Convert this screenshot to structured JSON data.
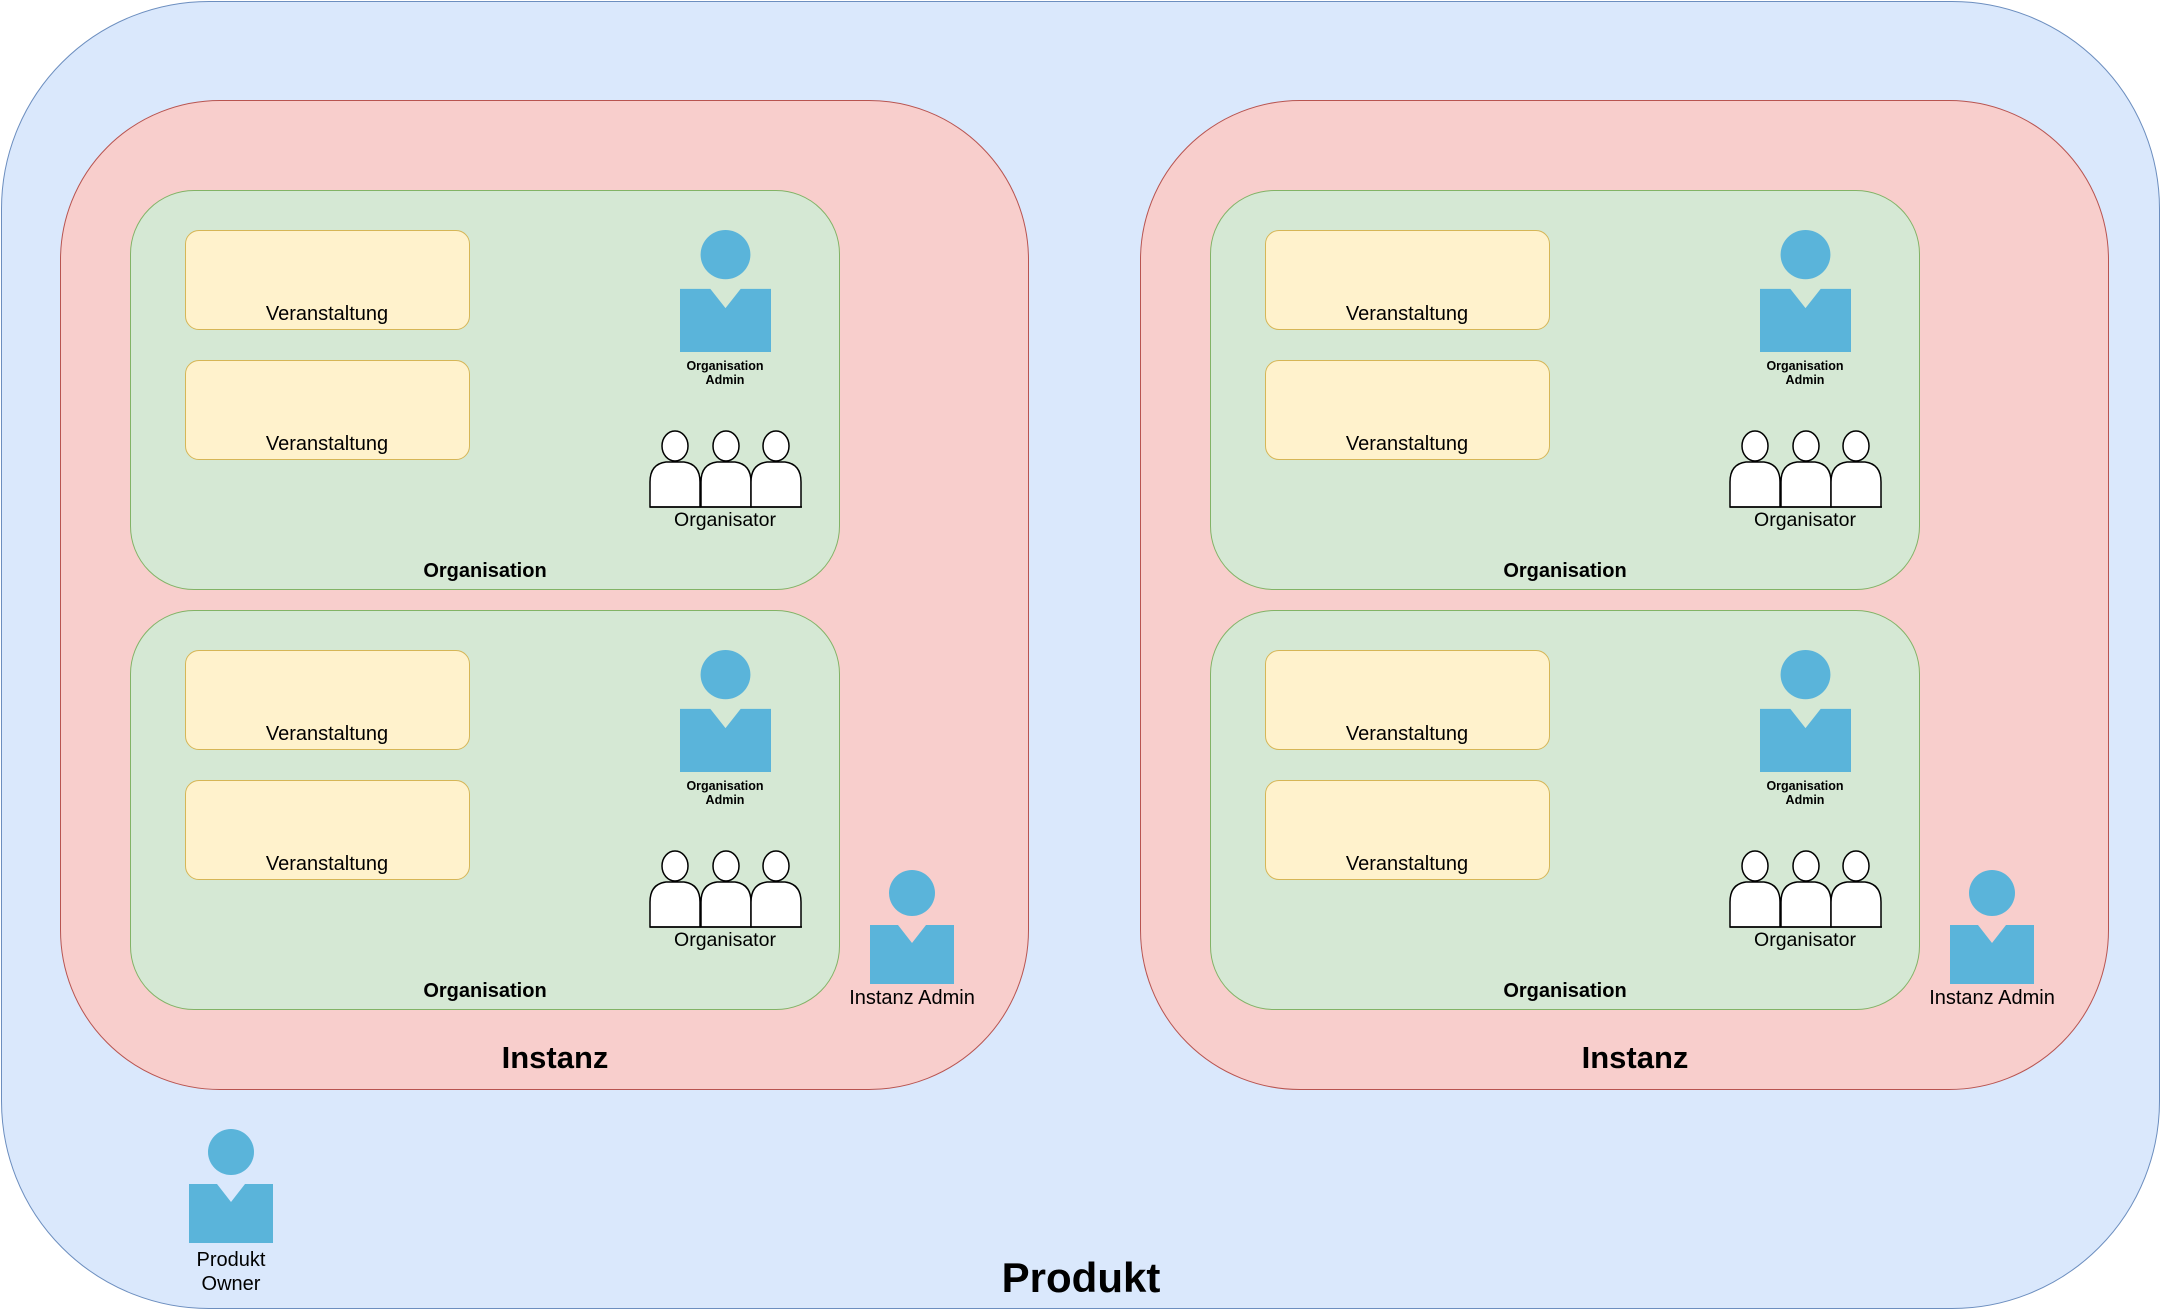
{
  "produkt": {
    "label": "Produkt",
    "owner_label_line1": "Produkt",
    "owner_label_line2": "Owner"
  },
  "instanzen": [
    {
      "label": "Instanz",
      "admin_label": "Instanz Admin",
      "organisationen": [
        {
          "label": "Organisation",
          "events": [
            "Veranstaltung",
            "Veranstaltung"
          ],
          "org_admin_line1": "Organisation",
          "org_admin_line2": "Admin",
          "organisator_label": "Organisator"
        },
        {
          "label": "Organisation",
          "events": [
            "Veranstaltung",
            "Veranstaltung"
          ],
          "org_admin_line1": "Organisation",
          "org_admin_line2": "Admin",
          "organisator_label": "Organisator"
        }
      ]
    },
    {
      "label": "Instanz",
      "admin_label": "Instanz Admin",
      "organisationen": [
        {
          "label": "Organisation",
          "events": [
            "Veranstaltung",
            "Veranstaltung"
          ],
          "org_admin_line1": "Organisation",
          "org_admin_line2": "Admin",
          "organisator_label": "Organisator"
        },
        {
          "label": "Organisation",
          "events": [
            "Veranstaltung",
            "Veranstaltung"
          ],
          "org_admin_line1": "Organisation",
          "org_admin_line2": "Admin",
          "organisator_label": "Organisator"
        }
      ]
    }
  ],
  "colors": {
    "produkt_fill": "#dae8fc",
    "produkt_stroke": "#6c8ebf",
    "instanz_fill": "#f8cecc",
    "instanz_stroke": "#b85450",
    "organisation_fill": "#d5e8d4",
    "organisation_stroke": "#82b366",
    "veranstaltung_fill": "#fff2cc",
    "veranstaltung_stroke": "#d6b656",
    "person_icon": "#5ab4da"
  },
  "icons": {
    "admin": "user-icon",
    "organisator": "user-group-icon"
  }
}
